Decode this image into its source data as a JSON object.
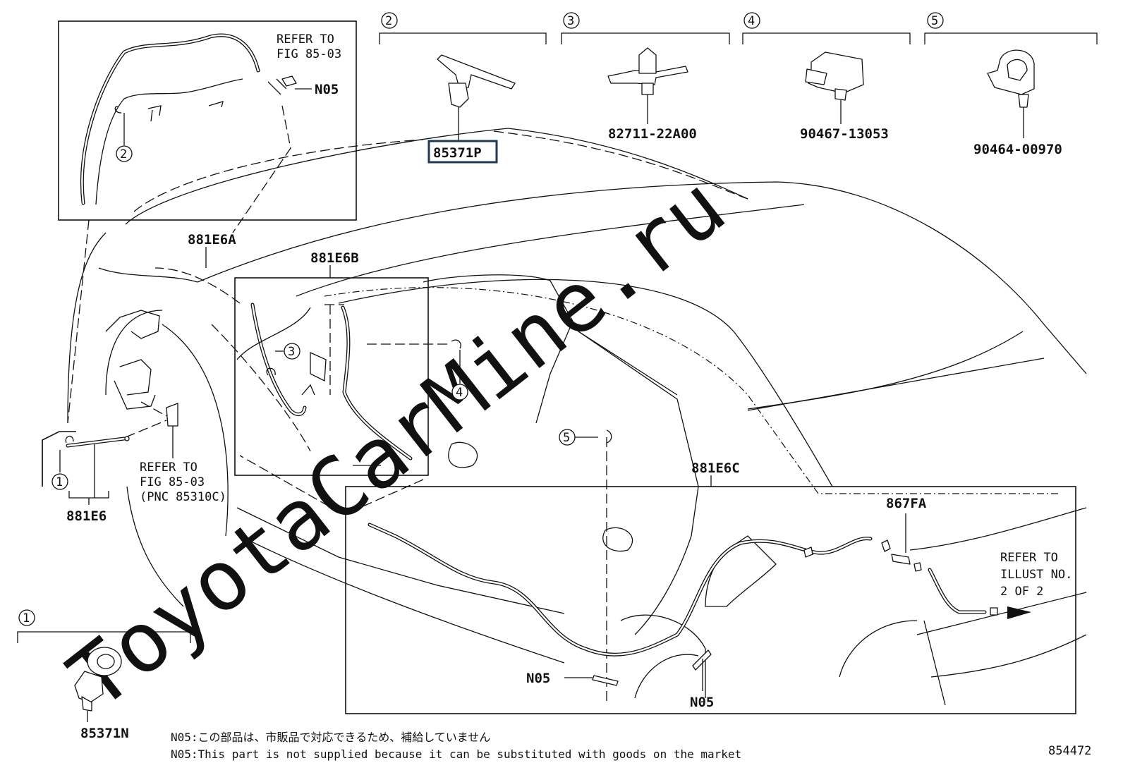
{
  "watermark": "ToyotaCarMine.ru",
  "part_labels": {
    "p85371P": "85371P",
    "p82711": "82711-22A00",
    "p90467": "90467-13053",
    "p90464": "90464-00970",
    "p85371N": "85371N",
    "p881E6": "881E6",
    "p881E6A": "881E6A",
    "p881E6B": "881E6B",
    "p881E6C": "881E6C",
    "p867FA": "867FA",
    "n05_a": "N05",
    "n05_b": "N05",
    "n05_c": "N05"
  },
  "callouts": {
    "c1": "1",
    "c2": "2",
    "c3": "3",
    "c4": "4",
    "c5": "5"
  },
  "refs": {
    "fig_top_1": "REFER TO",
    "fig_top_2": "FIG 85-03",
    "fig_mid_1": "REFER TO",
    "fig_mid_2": "FIG 85-03",
    "fig_mid_3": "(PNC 85310C)",
    "illust_1": "REFER TO",
    "illust_2": "ILLUST NO.",
    "illust_3": "2 OF 2"
  },
  "notes": {
    "jp": "N05:この部品は、市販品で対応できるため、補給していません",
    "en": "N05:This part is not supplied because it can be substituted with goods on the market"
  },
  "illustration_number": "854472"
}
